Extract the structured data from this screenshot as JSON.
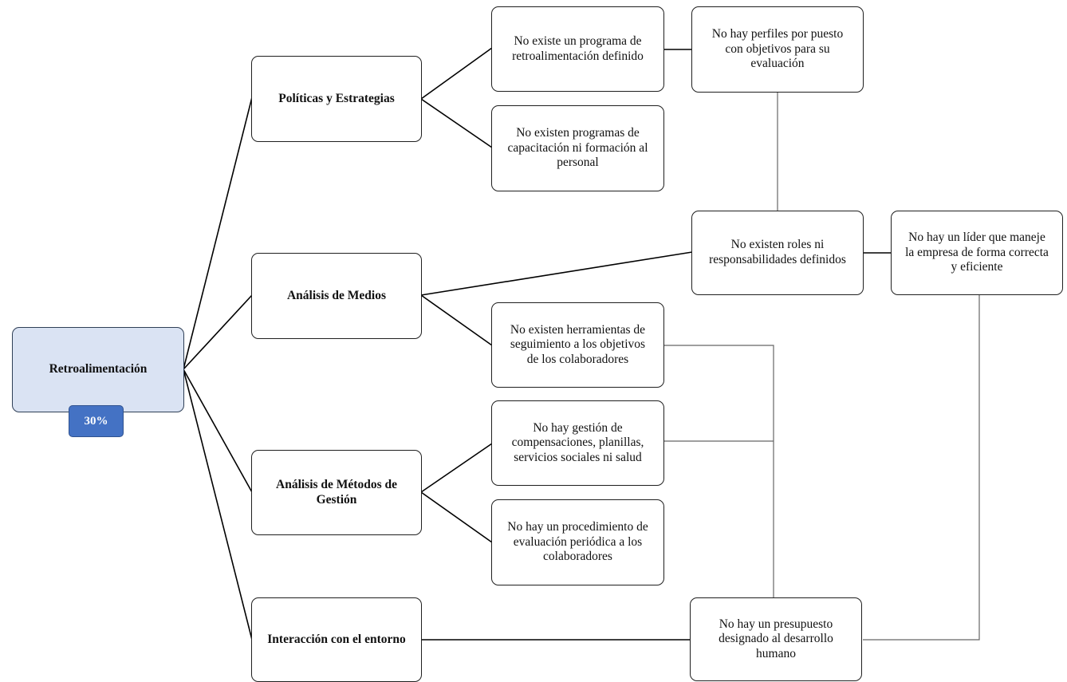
{
  "root": {
    "label": "Retroalimentación",
    "badge": "30%"
  },
  "categories": {
    "politicas": "Políticas y Estrategias",
    "medios": "Análisis de Medios",
    "metodos": "Análisis de Métodos de\nGestión",
    "entorno": "Interacción con el entorno"
  },
  "causes": {
    "programa_retro": "No existe un programa de\nretroalimentación  definido",
    "capacitacion": "No existen programas de\ncapacitación ni formación al\npersonal",
    "perfiles": "No hay perfiles por puesto\ncon objetivos para su\nevaluación",
    "roles": "No existen roles ni\nresponsabilidades definidos",
    "lider": "No hay un líder que maneje\nla empresa de forma correcta\ny eficiente",
    "herramientas": "No existen herramientas  de\nseguimiento  a los objetivos\nde los colaboradores",
    "compensaciones": "No hay gestión de\ncompensaciones, planillas,\nservicios sociales ni  salud",
    "procedimiento": "No hay un procedimiento de\nevaluación  periódica a los\ncolaboradores",
    "presupuesto": "No hay un presupuesto\ndesignado al desarrollo\nhumano"
  },
  "colors": {
    "root_fill": "#dae3f3",
    "badge_fill": "#4472c4",
    "line": "#000000",
    "grey_line": "#666666"
  }
}
